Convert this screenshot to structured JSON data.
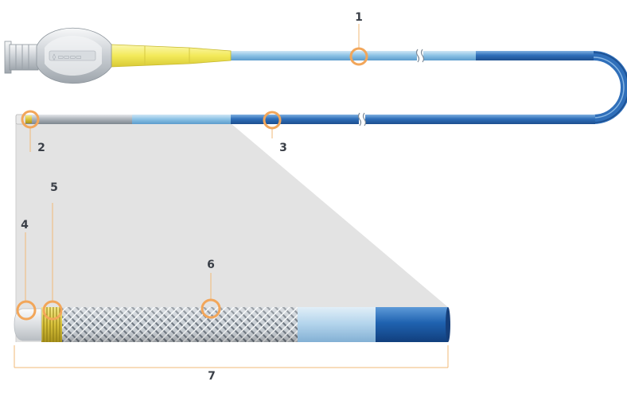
{
  "diagram": {
    "callouts": [
      {
        "id": "1",
        "label": "1"
      },
      {
        "id": "2",
        "label": "2"
      },
      {
        "id": "3",
        "label": "3"
      },
      {
        "id": "4",
        "label": "4"
      },
      {
        "id": "5",
        "label": "5"
      },
      {
        "id": "6",
        "label": "6"
      },
      {
        "id": "7",
        "label": "7"
      }
    ],
    "colors": {
      "shaft_light": "#8fc4e6",
      "shaft_dark": "#2f6fba",
      "hub_yellow": "#f3ea5a",
      "callout_ring": "#f2a65a",
      "zoom_panel": "#e3e3e3",
      "braid": "#9aa3ad",
      "coil": "#d9c23a"
    }
  }
}
